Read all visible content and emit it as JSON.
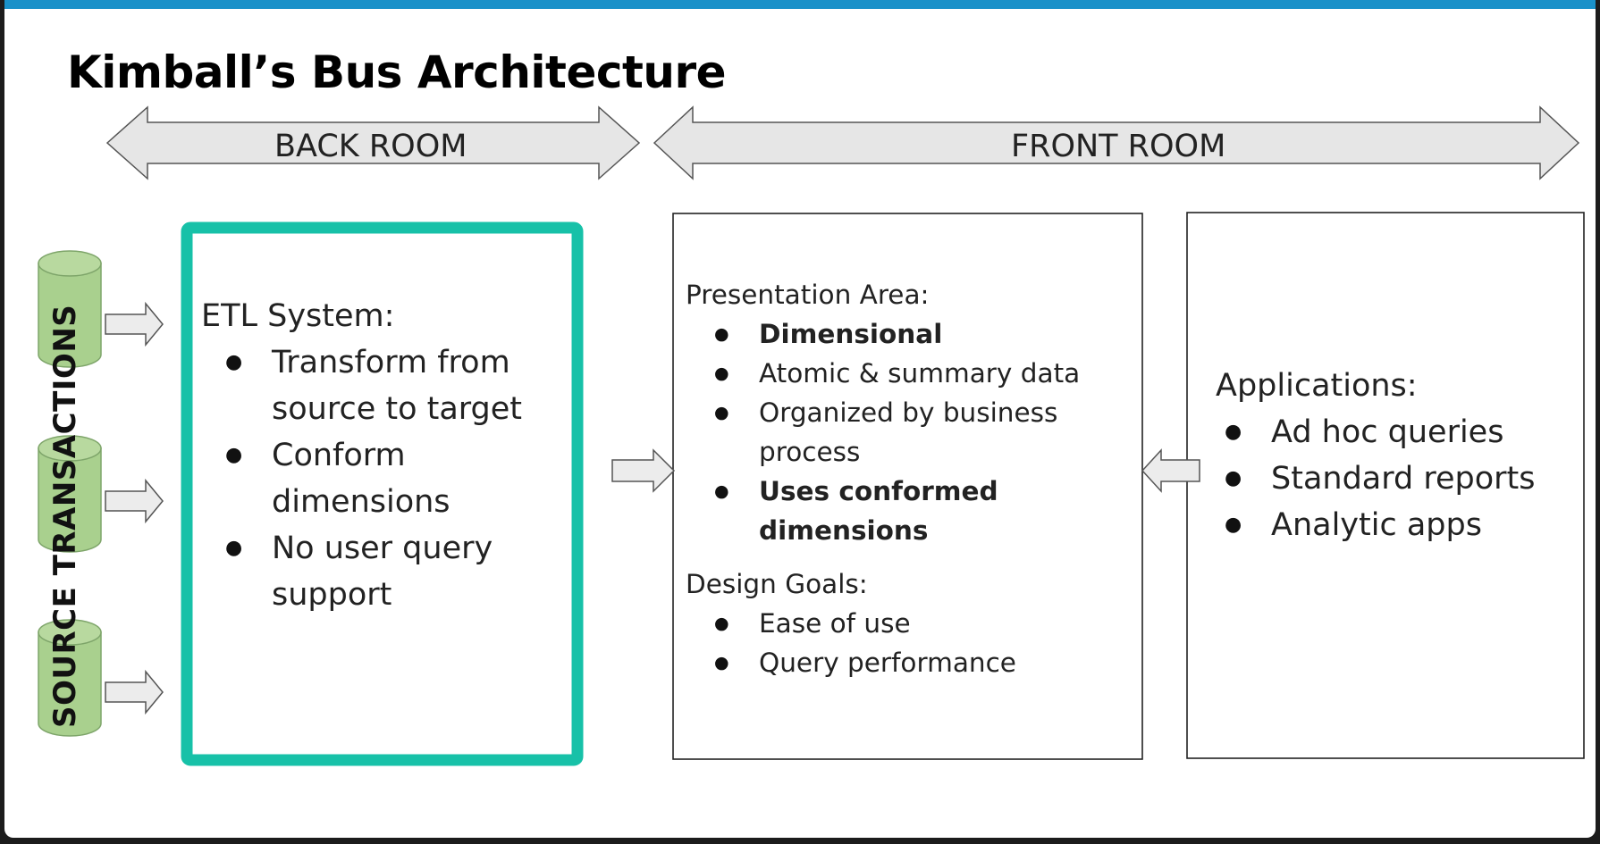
{
  "title": "Kimball’s Bus Architecture",
  "rooms": {
    "back": "BACK ROOM",
    "front": "FRONT ROOM"
  },
  "sources_label": "SOURCE TRANSACTIONS",
  "etl": {
    "heading": "ETL System:",
    "items": [
      "Transform from source to target",
      "Conform dimensions",
      "No user query support"
    ]
  },
  "presentation": {
    "heading": "Presentation Area:",
    "items": [
      "Dimensional",
      "Atomic & summary data",
      "Organized by business process",
      "Uses conformed dimensions"
    ],
    "design_heading": "Design Goals:",
    "design_items": [
      "Ease of use",
      "Query performance"
    ]
  },
  "applications": {
    "heading": "Applications:",
    "items": [
      "Ad hoc queries",
      "Standard reports",
      "Analytic apps"
    ]
  },
  "colors": {
    "accent_border": "#17c1a8",
    "cylinder_fill": "#a9d08e",
    "arrow_fill": "#e6e6e6",
    "top_bar": "#1a91c9"
  }
}
